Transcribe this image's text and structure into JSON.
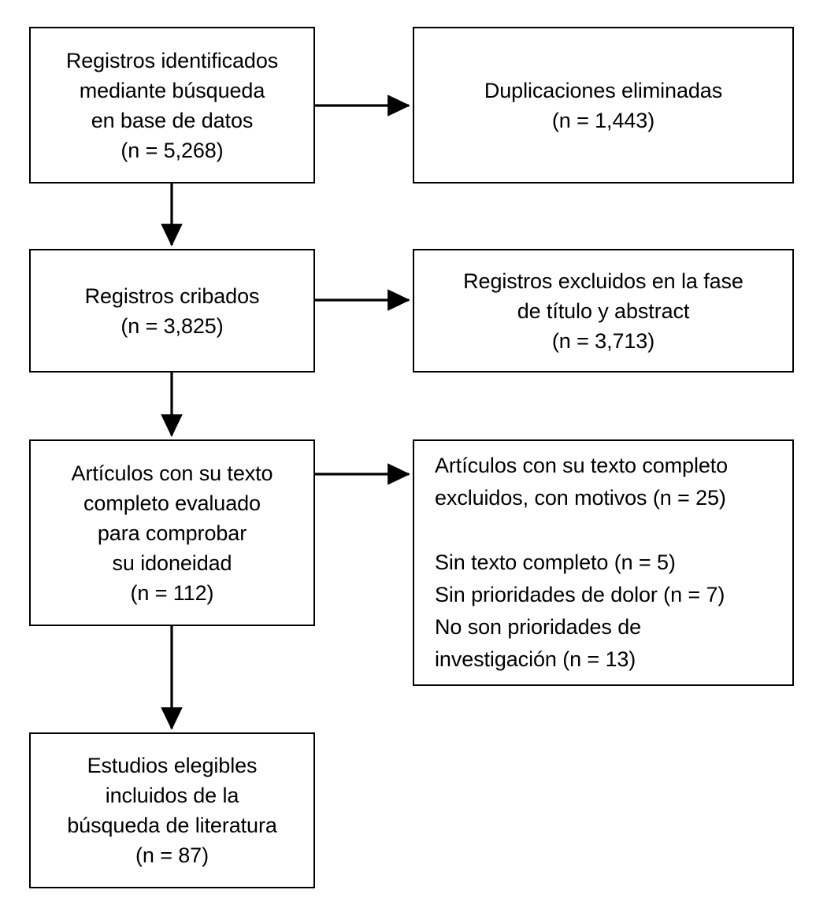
{
  "diagram": {
    "type": "prisma-flow-diagram",
    "language": "es",
    "colors": {
      "border": "#000000",
      "background": "#ffffff",
      "text": "#000000"
    },
    "boxes": {
      "identified": {
        "text": "Registros identificados\nmediante búsqueda\nen base de datos\n(n = 5,268)",
        "count": 5268,
        "count_label": "(n = 5,268)"
      },
      "duplicates": {
        "text": "Duplicaciones eliminadas\n(n = 1,443)",
        "count": 1443,
        "count_label": "(n = 1,443)"
      },
      "screened": {
        "text": "Registros cribados\n(n = 3,825)",
        "count": 3825,
        "count_label": "(n = 3,825)"
      },
      "excluded_title_abstract": {
        "text": "Registros excluidos en la fase\nde título y abstract\n(n = 3,713)",
        "count": 3713,
        "count_label": "(n = 3,713)"
      },
      "fulltext_assessed": {
        "text": "Artículos con su texto\ncompleto evaluado\npara comprobar\nsu idoneidad\n(n = 112)",
        "count": 112,
        "count_label": "(n = 112)"
      },
      "excluded_fulltext": {
        "text": "Artículos con su texto completo\nexcluidos, con motivos (n = 25)\n\nSin texto completo (n = 5)\nSin prioridades de dolor (n = 7)\nNo son prioridades de\ninvestigación (n = 13)",
        "count": 25,
        "count_label": "(n = 25)",
        "reasons": [
          {
            "label": "Sin texto completo",
            "count": 5,
            "count_label": "(n = 5)"
          },
          {
            "label": "Sin prioridades de dolor",
            "count": 7,
            "count_label": "(n = 7)"
          },
          {
            "label": "No son prioridades de investigación",
            "count": 13,
            "count_label": "(n = 13)"
          }
        ]
      },
      "included": {
        "text": "Estudios elegibles\nincluidos de la\nbúsqueda de literatura\n(n = 87)",
        "count": 87,
        "count_label": "(n = 87)"
      }
    },
    "connectors": [
      {
        "name": "identified-to-duplicates",
        "direction": "right"
      },
      {
        "name": "identified-to-screened",
        "direction": "down"
      },
      {
        "name": "screened-to-excluded-title-abstract",
        "direction": "right"
      },
      {
        "name": "screened-to-fulltext",
        "direction": "down"
      },
      {
        "name": "fulltext-to-excluded-fulltext",
        "direction": "right"
      },
      {
        "name": "fulltext-to-included",
        "direction": "down"
      }
    ]
  }
}
